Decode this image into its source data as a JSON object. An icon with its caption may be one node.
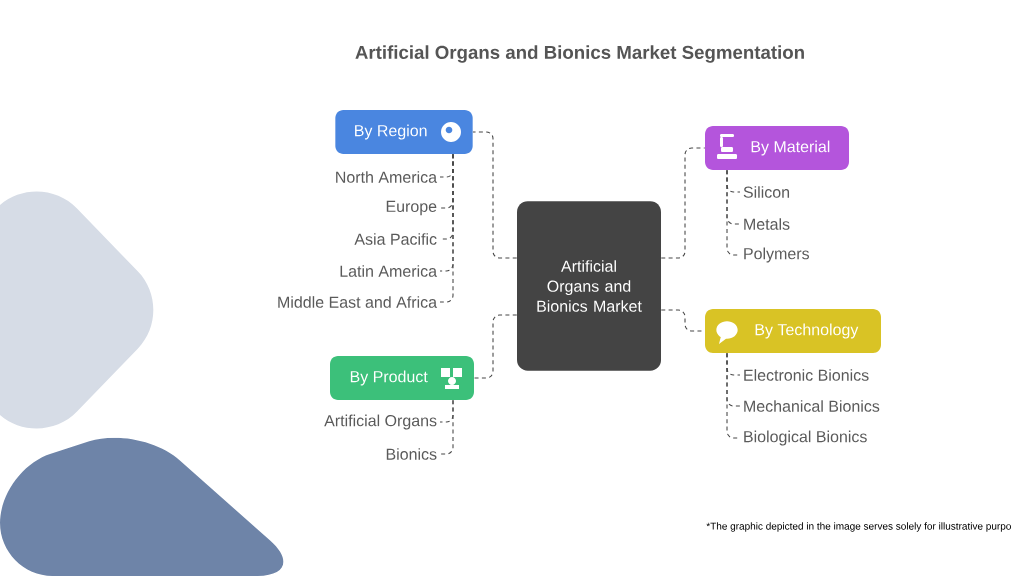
{
  "diagram": {
    "title": "Artificial Organs and Bionics Market Segmentation",
    "nodes": [
      {
        "text": [
          "Artificial Organs and Bionics Market"
        ]
      },
      {
        "text": [
          "By Region"
        ]
      },
      {
        "text": [
          "North America"
        ]
      },
      {
        "text": [
          "Europe"
        ]
      },
      {
        "text": [
          "Asia Pacific"
        ]
      },
      {
        "text": [
          "Latin America"
        ]
      },
      {
        "text": [
          "Middle East and Africa"
        ]
      },
      {
        "text": [
          "By Material"
        ]
      },
      {
        "text": [
          "Silicon"
        ]
      },
      {
        "text": [
          "Metals"
        ]
      },
      {
        "text": [
          "Polymers"
        ]
      },
      {
        "text": [
          "By Product"
        ]
      },
      {
        "text": [
          "Artificial Organs"
        ]
      },
      {
        "text": [
          "Bionics"
        ]
      },
      {
        "text": [
          "By Technology"
        ]
      },
      {
        "text": [
          "Electronic Bionics"
        ]
      },
      {
        "text": [
          "Mechanical Bionics"
        ]
      },
      {
        "text": [
          "Biological Bionics"
        ]
      }
    ],
    "edges": [
      {
        "from": 0,
        "to": 1,
        "arrow": "none",
        "style": "dashed"
      },
      {
        "from": 1,
        "to": 2,
        "arrow": "none",
        "style": "dashed"
      },
      {
        "from": 1,
        "to": 3,
        "arrow": "none",
        "style": "dashed"
      },
      {
        "from": 1,
        "to": 4,
        "arrow": "none",
        "style": "dashed"
      },
      {
        "from": 1,
        "to": 5,
        "arrow": "none",
        "style": "dashed"
      },
      {
        "from": 1,
        "to": 6,
        "arrow": "none",
        "style": "dashed"
      },
      {
        "from": 0,
        "to": 7,
        "arrow": "none",
        "style": "dashed"
      },
      {
        "from": 7,
        "to": 8,
        "arrow": "none",
        "style": "dashed"
      },
      {
        "from": 7,
        "to": 9,
        "arrow": "none",
        "style": "dashed"
      },
      {
        "from": 7,
        "to": 10,
        "arrow": "none",
        "style": "dashed"
      },
      {
        "from": 0,
        "to": 11,
        "arrow": "none",
        "style": "dashed"
      },
      {
        "from": 11,
        "to": 12,
        "arrow": "none",
        "style": "dashed"
      },
      {
        "from": 11,
        "to": 13,
        "arrow": "none",
        "style": "dashed"
      },
      {
        "from": 0,
        "to": 14,
        "arrow": "none",
        "style": "dashed"
      },
      {
        "from": 14,
        "to": 15,
        "arrow": "none",
        "style": "dashed"
      },
      {
        "from": 14,
        "to": 16,
        "arrow": "none",
        "style": "dashed"
      },
      {
        "from": 14,
        "to": 17,
        "arrow": "none",
        "style": "dashed"
      }
    ],
    "labels": [
      "*The graphic depicted in the image serves solely for illustrative purpo"
    ]
  }
}
